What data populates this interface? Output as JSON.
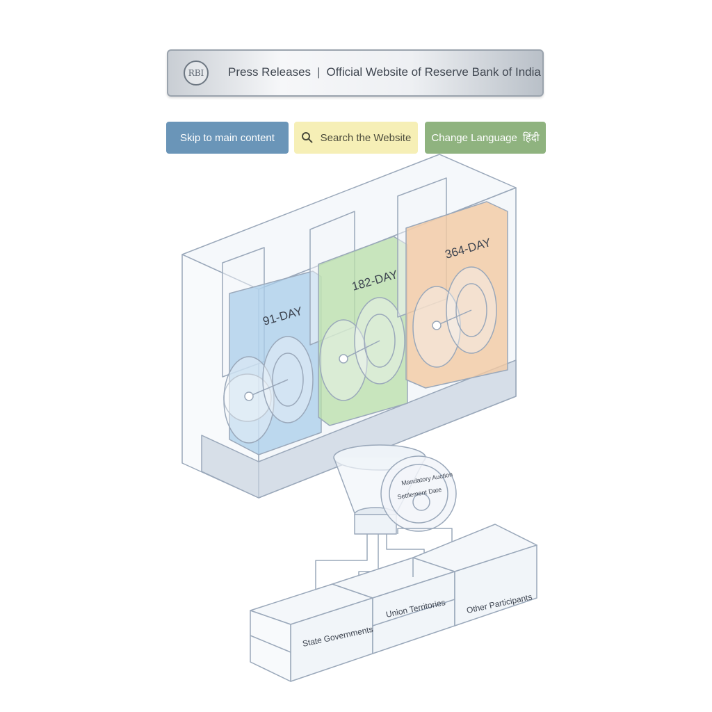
{
  "header": {
    "logo_text": "RBI",
    "title_left": "Press Releases",
    "separator": "|",
    "title_right": "Official Website of Reserve Bank of India"
  },
  "buttons": {
    "skip": "Skip to main content",
    "search": "Search the Website",
    "language": "Change Language",
    "language_hindi": "हिंदी"
  },
  "diagram": {
    "bins": [
      {
        "label": "91-DAY",
        "color": "#a9cde9"
      },
      {
        "label": "182-DAY",
        "color": "#b9dfa8"
      },
      {
        "label": "364-DAY",
        "color": "#f3c9a3"
      }
    ],
    "hub_lines": [
      "Mandatory Auction",
      "Settlement Date"
    ],
    "outputs": {
      "state": "State Governments",
      "union": "Union Territories",
      "other": "Other Participants"
    }
  }
}
